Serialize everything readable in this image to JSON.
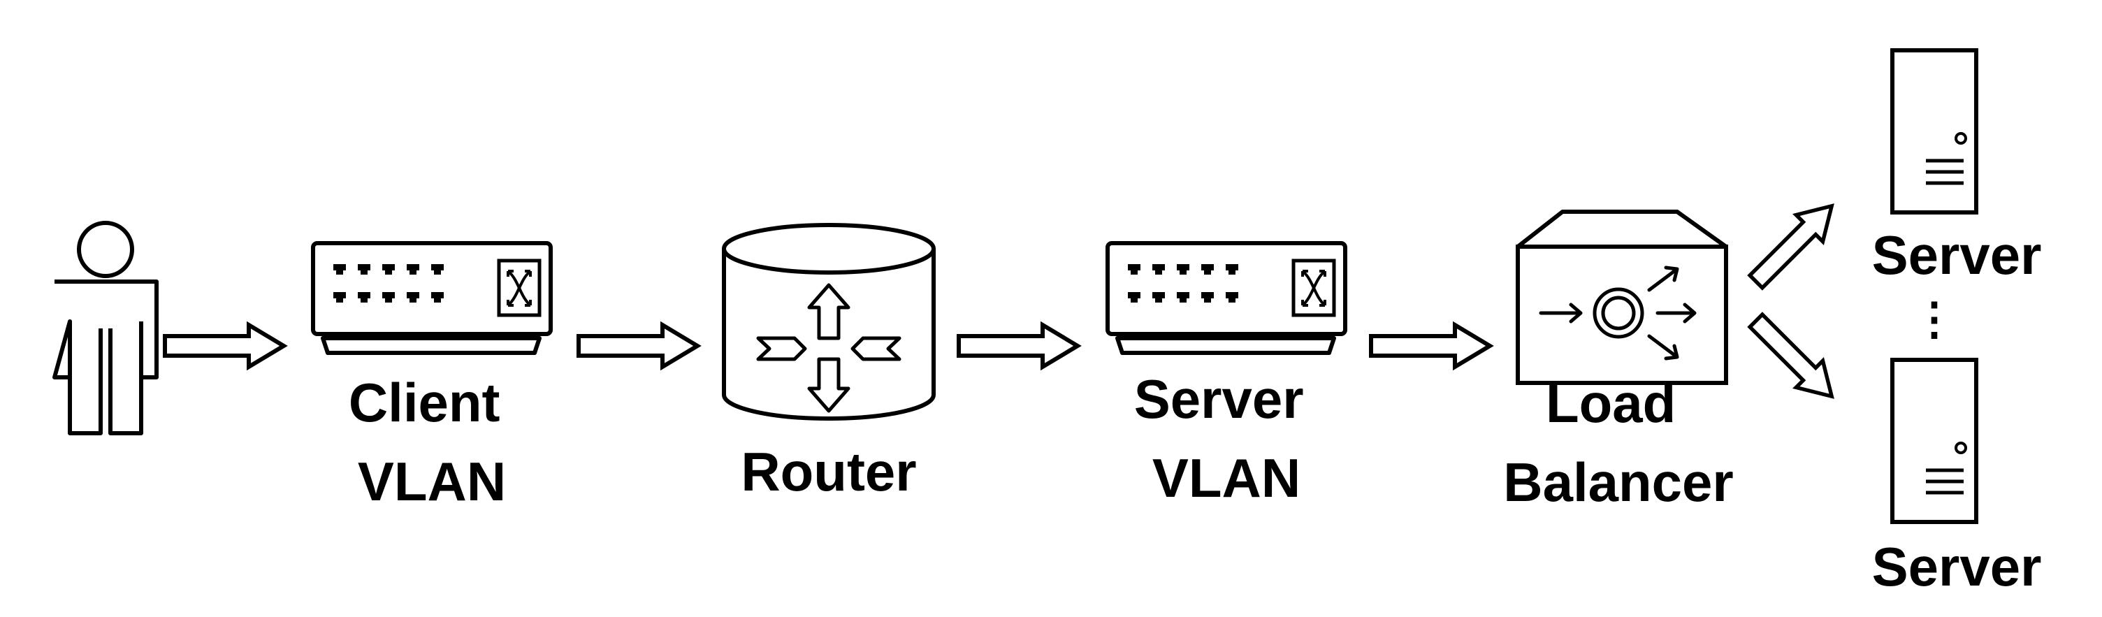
{
  "diagram": {
    "nodes": {
      "user": {
        "icon": "user-icon"
      },
      "client_vlan": {
        "icon": "network-switch-icon",
        "label_lines": [
          "Client",
          "VLAN"
        ]
      },
      "router": {
        "icon": "router-icon",
        "label": "Router"
      },
      "server_vlan": {
        "icon": "network-switch-icon",
        "label_lines": [
          "Server",
          "VLAN"
        ]
      },
      "load_balancer": {
        "icon": "load-balancer-icon",
        "label_lines": [
          "Load",
          "Balancer"
        ]
      },
      "server_top": {
        "icon": "server-icon",
        "label": "Server"
      },
      "server_bottom": {
        "icon": "server-icon",
        "label": "Server"
      }
    },
    "connector": "⋮",
    "edges": [
      {
        "from": "user",
        "to": "client_vlan"
      },
      {
        "from": "client_vlan",
        "to": "router"
      },
      {
        "from": "router",
        "to": "server_vlan"
      },
      {
        "from": "server_vlan",
        "to": "load_balancer"
      },
      {
        "from": "load_balancer",
        "to": "server_top"
      },
      {
        "from": "load_balancer",
        "to": "server_bottom"
      }
    ],
    "colors": {
      "stroke": "#000000",
      "fill": "#ffffff"
    }
  }
}
